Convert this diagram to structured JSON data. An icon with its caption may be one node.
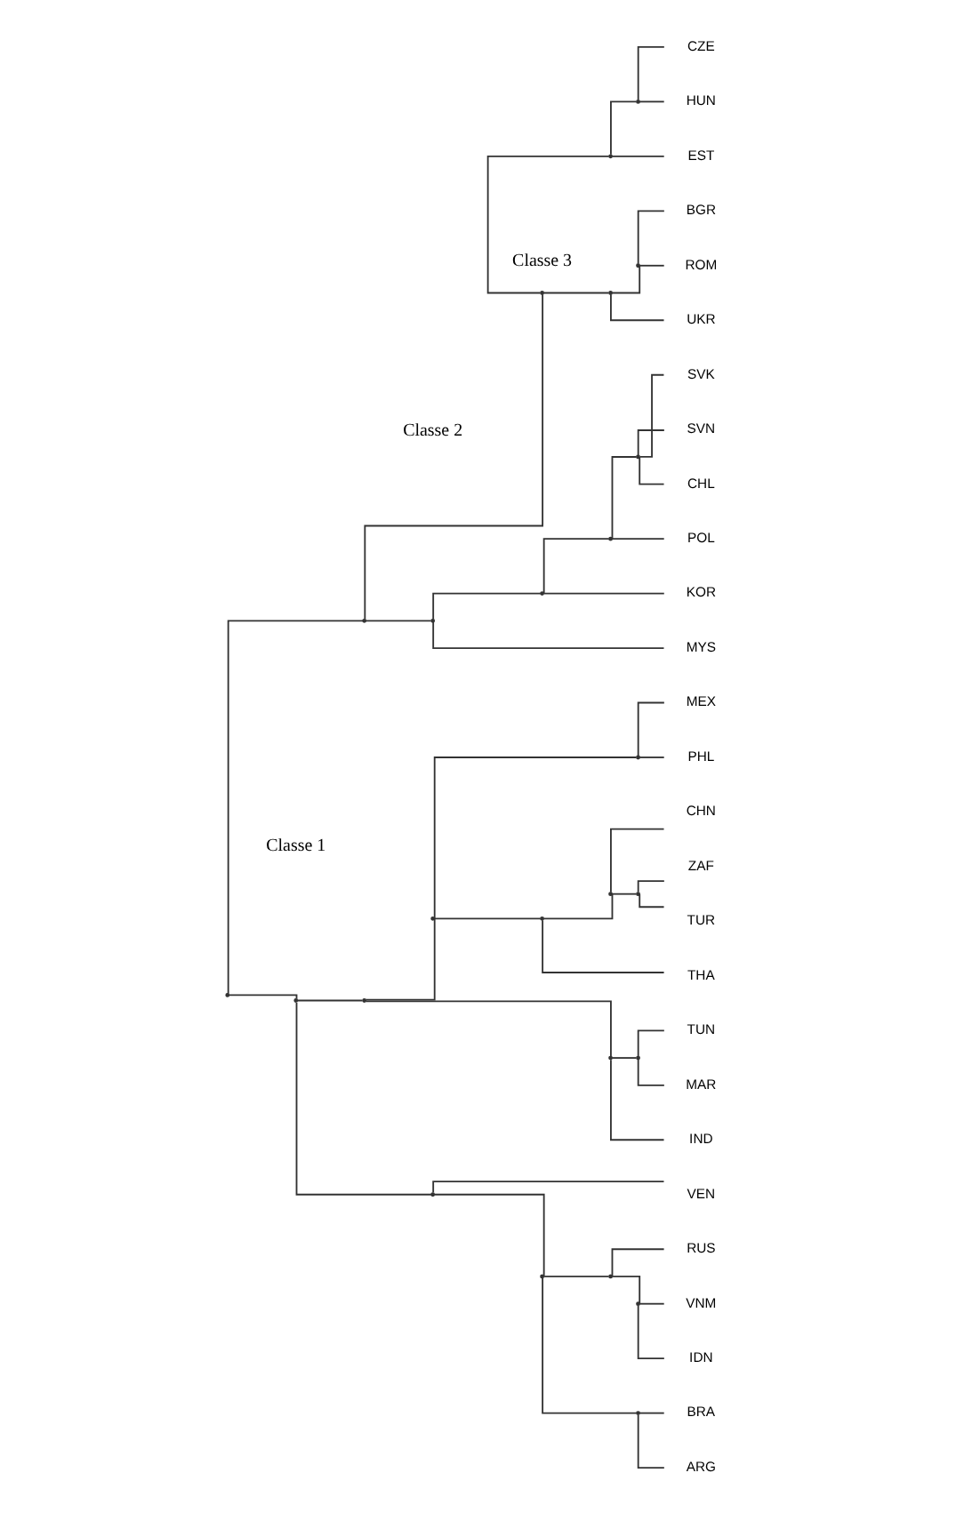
{
  "diagram": {
    "nodes": [
      {
        "text": [],
        "shape": "point"
      },
      {
        "text": [],
        "shape": "point"
      },
      {
        "text": [],
        "shape": "point"
      },
      {
        "text": [],
        "shape": "point"
      },
      {
        "text": [],
        "shape": "point"
      },
      {
        "text": [
          "CZE"
        ]
      },
      {
        "text": [
          "HUN"
        ]
      },
      {
        "text": [
          "EST"
        ]
      },
      {
        "text": [],
        "shape": "point"
      },
      {
        "text": [],
        "shape": "point"
      },
      {
        "text": [
          "BGR"
        ]
      },
      {
        "text": [
          "ROM"
        ]
      },
      {
        "text": [
          "UKR"
        ]
      },
      {
        "text": [],
        "shape": "point"
      },
      {
        "text": [],
        "shape": "point"
      },
      {
        "text": [],
        "shape": "point"
      },
      {
        "text": [],
        "shape": "point"
      },
      {
        "text": [
          "SVK"
        ]
      },
      {
        "text": [
          "SVN"
        ]
      },
      {
        "text": [
          "CHL"
        ]
      },
      {
        "text": [
          "POL"
        ]
      },
      {
        "text": [
          "KOR"
        ]
      },
      {
        "text": [
          "MYS"
        ]
      },
      {
        "text": [],
        "shape": "point"
      },
      {
        "text": [],
        "shape": "point"
      },
      {
        "text": [],
        "shape": "point"
      },
      {
        "text": [],
        "shape": "point"
      },
      {
        "text": [
          "MEX"
        ]
      },
      {
        "text": [
          "PHL"
        ]
      },
      {
        "text": [],
        "shape": "point"
      },
      {
        "text": [],
        "shape": "point"
      },
      {
        "text": [
          "CHN"
        ]
      },
      {
        "text": [],
        "shape": "point"
      },
      {
        "text": [
          "ZAF"
        ]
      },
      {
        "text": [
          "TUR"
        ]
      },
      {
        "text": [
          "THA"
        ]
      },
      {
        "text": [],
        "shape": "point"
      },
      {
        "text": [],
        "shape": "point"
      },
      {
        "text": [
          "TUN"
        ]
      },
      {
        "text": [
          "MAR"
        ]
      },
      {
        "text": [
          "IND"
        ]
      },
      {
        "text": [],
        "shape": "point"
      },
      {
        "text": [
          "VEN"
        ]
      },
      {
        "text": [],
        "shape": "point"
      },
      {
        "text": [],
        "shape": "point"
      },
      {
        "text": [
          "RUS"
        ]
      },
      {
        "text": [],
        "shape": "point"
      },
      {
        "text": [
          "VNM"
        ]
      },
      {
        "text": [
          "IDN"
        ]
      },
      {
        "text": [],
        "shape": "point"
      },
      {
        "text": [
          "BRA"
        ]
      },
      {
        "text": [
          "ARG"
        ]
      }
    ],
    "edges": [
      {
        "from": 0,
        "to": 1,
        "arrow": "none"
      },
      {
        "from": 1,
        "to": 2,
        "arrow": "none"
      },
      {
        "from": 2,
        "to": 3,
        "arrow": "none"
      },
      {
        "from": 3,
        "to": 4,
        "arrow": "none"
      },
      {
        "from": 4,
        "to": 5,
        "arrow": "none"
      },
      {
        "from": 4,
        "to": 6,
        "arrow": "none"
      },
      {
        "from": 3,
        "to": 7,
        "arrow": "none"
      },
      {
        "from": 2,
        "to": 8,
        "arrow": "none"
      },
      {
        "from": 8,
        "to": 9,
        "arrow": "none"
      },
      {
        "from": 9,
        "to": 10,
        "arrow": "none"
      },
      {
        "from": 9,
        "to": 11,
        "arrow": "none"
      },
      {
        "from": 8,
        "to": 12,
        "arrow": "none"
      },
      {
        "from": 1,
        "to": 13,
        "arrow": "none"
      },
      {
        "from": 13,
        "to": 14,
        "arrow": "none"
      },
      {
        "from": 14,
        "to": 15,
        "arrow": "none"
      },
      {
        "from": 15,
        "to": 16,
        "arrow": "none"
      },
      {
        "from": 16,
        "to": 17,
        "arrow": "none"
      },
      {
        "from": 16,
        "to": 18,
        "arrow": "none"
      },
      {
        "from": 16,
        "to": 19,
        "arrow": "none"
      },
      {
        "from": 15,
        "to": 20,
        "arrow": "none"
      },
      {
        "from": 14,
        "to": 21,
        "arrow": "none"
      },
      {
        "from": 13,
        "to": 22,
        "arrow": "none"
      },
      {
        "from": 0,
        "to": 23,
        "arrow": "none"
      },
      {
        "from": 23,
        "to": 24,
        "arrow": "none"
      },
      {
        "from": 24,
        "to": 25,
        "arrow": "none"
      },
      {
        "from": 25,
        "to": 26,
        "arrow": "none"
      },
      {
        "from": 26,
        "to": 27,
        "arrow": "none"
      },
      {
        "from": 26,
        "to": 28,
        "arrow": "none"
      },
      {
        "from": 25,
        "to": 29,
        "arrow": "none"
      },
      {
        "from": 29,
        "to": 30,
        "arrow": "none"
      },
      {
        "from": 30,
        "to": 31,
        "arrow": "none"
      },
      {
        "from": 30,
        "to": 32,
        "arrow": "none"
      },
      {
        "from": 32,
        "to": 33,
        "arrow": "none"
      },
      {
        "from": 32,
        "to": 34,
        "arrow": "none"
      },
      {
        "from": 29,
        "to": 35,
        "arrow": "none"
      },
      {
        "from": 24,
        "to": 36,
        "arrow": "none"
      },
      {
        "from": 36,
        "to": 37,
        "arrow": "none"
      },
      {
        "from": 37,
        "to": 38,
        "arrow": "none"
      },
      {
        "from": 37,
        "to": 39,
        "arrow": "none"
      },
      {
        "from": 36,
        "to": 40,
        "arrow": "none"
      },
      {
        "from": 23,
        "to": 41,
        "arrow": "none"
      },
      {
        "from": 41,
        "to": 42,
        "arrow": "none"
      },
      {
        "from": 41,
        "to": 43,
        "arrow": "none"
      },
      {
        "from": 43,
        "to": 44,
        "arrow": "none"
      },
      {
        "from": 44,
        "to": 45,
        "arrow": "none"
      },
      {
        "from": 44,
        "to": 46,
        "arrow": "none"
      },
      {
        "from": 46,
        "to": 47,
        "arrow": "none"
      },
      {
        "from": 46,
        "to": 48,
        "arrow": "none"
      },
      {
        "from": 43,
        "to": 49,
        "arrow": "none"
      },
      {
        "from": 49,
        "to": 50,
        "arrow": "none"
      },
      {
        "from": 49,
        "to": 51,
        "arrow": "none"
      }
    ],
    "labels": [
      "Classe 3",
      "Classe 2",
      "Classe 1"
    ]
  }
}
